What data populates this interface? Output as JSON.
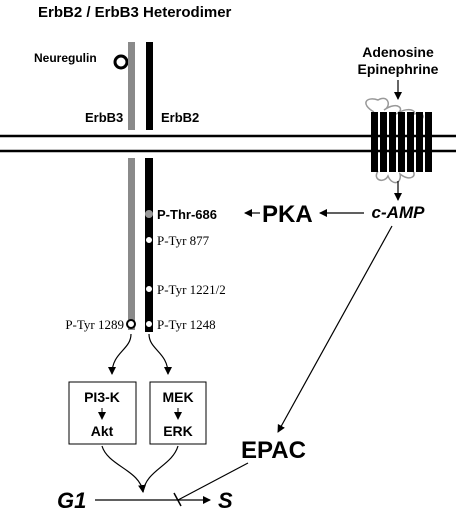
{
  "title": "ErbB2 / ErbB3 Heterodimer",
  "ligand": "Neuregulin",
  "receptors": {
    "left": "ErbB3",
    "right": "ErbB2"
  },
  "gpcr_ligands": {
    "line1": "Adenosine",
    "line2": "Epinephrine"
  },
  "camp": "c-AMP",
  "pka": "PKA",
  "sites": {
    "thr686": "P-Thr-686",
    "tyr877": "P-Tyr 877",
    "tyr1221": "P-Tyr 1221/2",
    "tyr1248": "P-Tyr 1248",
    "tyr1289": "P-Tyr 1289"
  },
  "boxes": {
    "pi3k": {
      "top": "PI3-K",
      "bottom": "Akt"
    },
    "mek": {
      "top": "MEK",
      "bottom": "ERK"
    }
  },
  "epac": "EPAC",
  "cell_cycle": {
    "start": "G1",
    "end": "S"
  },
  "colors": {
    "erbb3": "#8a8a8a",
    "erbb2": "#000000",
    "line": "#000000",
    "helix_loop": "#999999"
  }
}
